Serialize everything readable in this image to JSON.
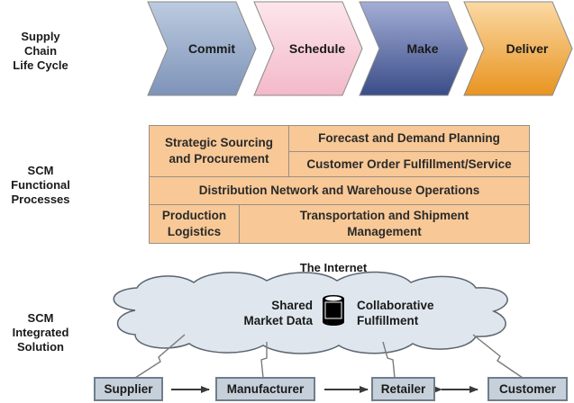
{
  "row_labels": {
    "lifecycle": "Supply\nChain\nLife Cycle",
    "functional": "SCM\nFunctional\nProcesses",
    "integrated": "SCM\nIntegrated\nSolution"
  },
  "lifecycle_steps": [
    {
      "label": "Commit",
      "color_top": "#bccbe0",
      "color_bottom": "#7e93b8"
    },
    {
      "label": "Schedule",
      "color_top": "#fde6ec",
      "color_bottom": "#f3b9c9"
    },
    {
      "label": "Make",
      "color_top": "#a4aed6",
      "color_bottom": "#3a4c88"
    },
    {
      "label": "Deliver",
      "color_top": "#fbd9a4",
      "color_bottom": "#e89420"
    }
  ],
  "functional": {
    "strategic": "Strategic Sourcing\nand Procurement",
    "forecast": "Forecast and Demand Planning",
    "fulfillment": "Customer Order Fulfillment/Service",
    "distribution": "Distribution Network and Warehouse Operations",
    "production": "Production\nLogistics",
    "transportation": "Transportation and Shipment\nManagement",
    "fill_color": "#f8c896"
  },
  "integrated": {
    "internet_label": "The Internet",
    "shared_data": "Shared\nMarket Data",
    "collaborative": "Collaborative\nFulfillment",
    "database_icon": "database-icon",
    "cloud_color": "#dfe6ed",
    "nodes": [
      "Supplier",
      "Manufacturer",
      "Retailer",
      "Customer"
    ],
    "node_color": "#c6d0da"
  }
}
